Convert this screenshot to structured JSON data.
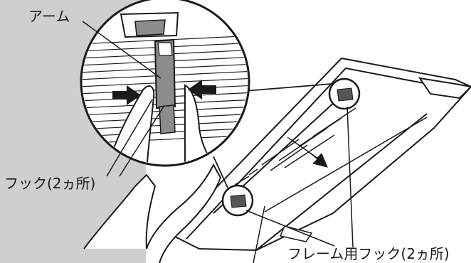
{
  "labels": {
    "arm": "アーム",
    "hook": "フック(2ヵ所)",
    "frame_hook": "フレーム用フック(2ヵ所)"
  },
  "colors": {
    "background_panel": "#cfcfcf",
    "line": "#1a1a1a",
    "arrow": "#1a1a1a",
    "unit_fill": "#ffffff",
    "arm_fill": "#8c8c8c"
  }
}
